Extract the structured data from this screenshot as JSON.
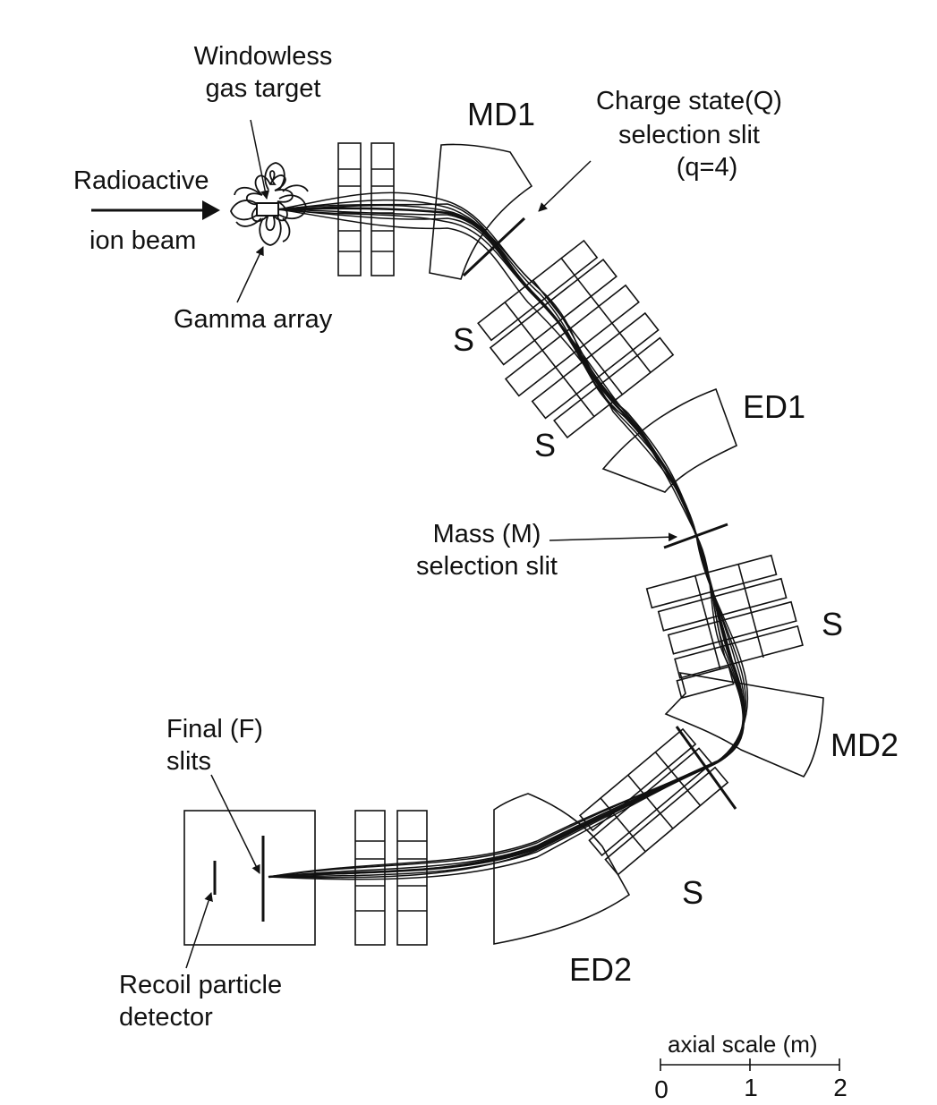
{
  "labels": {
    "windowless_1": "Windowless",
    "windowless_2": "gas target",
    "radioactive": "Radioactive",
    "ion_beam": "ion beam",
    "gamma_array": "Gamma array",
    "md1": "MD1",
    "charge_1": "Charge state(Q)",
    "charge_2": "selection slit",
    "charge_3": "(q=4)",
    "s": "S",
    "ed1": "ED1",
    "mass_1": "Mass (M)",
    "mass_2": "selection slit",
    "md2": "MD2",
    "final_1": "Final (F)",
    "final_2": "slits",
    "recoil_1": "Recoil particle",
    "recoil_2": "detector",
    "ed2": "ED2",
    "scale_title": "axial scale (m)",
    "scale_0": "0",
    "scale_1": "1",
    "scale_2": "2"
  },
  "colors": {
    "line": "#111111",
    "background": "#ffffff"
  }
}
